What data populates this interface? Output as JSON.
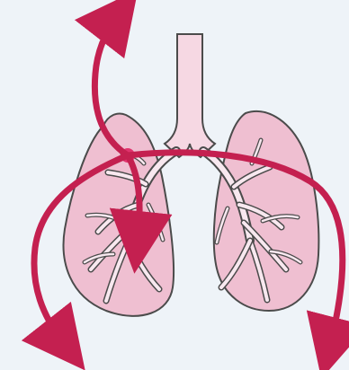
{
  "diagram": {
    "subject": "lungs",
    "focus": "right-lung-center",
    "arrows": [
      {
        "name": "arrow-up",
        "direction": "up-left"
      },
      {
        "name": "arrow-down-center",
        "direction": "down"
      },
      {
        "name": "arrow-down-left",
        "direction": "down-left"
      },
      {
        "name": "arrow-down-right",
        "direction": "down-right"
      }
    ]
  },
  "colors": {
    "background": "#eef3f8",
    "lung_fill": "#efbfd1",
    "lung_outline": "#4b4b4b",
    "trachea_fill": "#f6d8e3",
    "bronchi_fill": "#f8e8ef",
    "arrow": "#c42050",
    "focus_dot": "#e0336d"
  }
}
